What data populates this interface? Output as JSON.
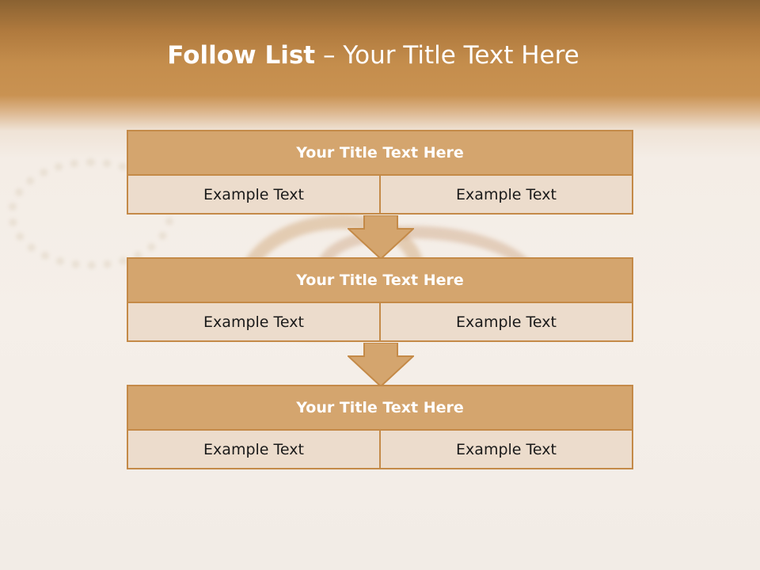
{
  "slide": {
    "title_bold": "Follow List",
    "title_rest": " – Your Title Text Here"
  },
  "steps": [
    {
      "title": "Your Title Text Here",
      "cells": [
        "Example Text",
        "Example Text"
      ]
    },
    {
      "title": "Your Title Text Here",
      "cells": [
        "Example Text",
        "Example Text"
      ]
    },
    {
      "title": "Your Title Text Here",
      "cells": [
        "Example Text",
        "Example Text"
      ]
    }
  ],
  "colors": {
    "header_band": "#c99252",
    "step_header_fill": "#d4a56e",
    "step_cell_fill": "#ecdccc",
    "border": "#c48a48"
  }
}
